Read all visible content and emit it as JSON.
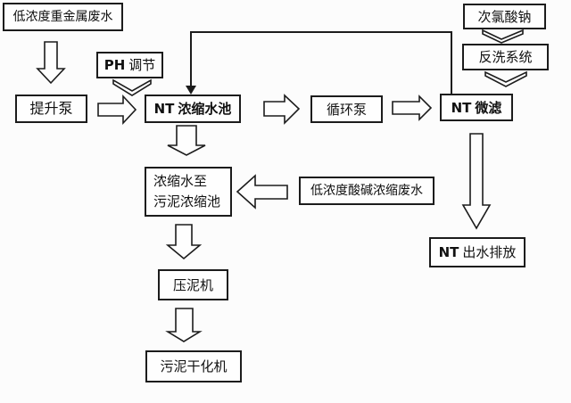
{
  "diagram": {
    "colors": {
      "background": "#fcfcfc",
      "line": "#1c1c1c",
      "box_fill": "#fefefe",
      "text": "#111111"
    },
    "nodes": {
      "heavy_metal": {
        "label": "低浓度重金属废水"
      },
      "lift_pump": {
        "label": "提升泵"
      },
      "ph_adjust": {
        "prefix": "PH",
        "label": "调节"
      },
      "nt_tank": {
        "prefix": "NT",
        "label": "浓缩水池"
      },
      "circ_pump": {
        "label": "循环泵"
      },
      "nt_microfilter": {
        "prefix": "NT",
        "label": "微滤"
      },
      "naclo": {
        "label": "次氯酸钠"
      },
      "backwash": {
        "label": "反洗系统"
      },
      "concentrate": {
        "line1": "浓缩水至",
        "line2": "污泥浓缩池"
      },
      "acid_waste": {
        "label": "低浓度酸碱浓缩废水"
      },
      "press": {
        "label": "压泥机"
      },
      "dryer": {
        "label": "污泥干化机"
      },
      "nt_outlet": {
        "prefix": "NT",
        "label": "出水排放"
      }
    },
    "edges": [
      {
        "from": "低浓度重金属废水",
        "to": "提升泵",
        "style": "block-arrow"
      },
      {
        "from": "提升泵",
        "to": "NT 浓缩水池",
        "style": "block-arrow"
      },
      {
        "from": "PH 调节",
        "to": "NT 浓缩水池",
        "style": "chevron"
      },
      {
        "from": "NT 浓缩水池",
        "to": "循环泵",
        "style": "block-arrow"
      },
      {
        "from": "循环泵",
        "to": "NT 微滤",
        "style": "block-arrow"
      },
      {
        "from": "次氯酸钠",
        "to": "反洗系统",
        "style": "chevron"
      },
      {
        "from": "反洗系统",
        "to": "NT 微滤",
        "style": "chevron"
      },
      {
        "from": "NT 微滤",
        "to": "NT 浓缩水池",
        "style": "thin-line-arrow"
      },
      {
        "from": "NT 浓缩水池",
        "to": "浓缩水至污泥浓缩池",
        "style": "block-arrow"
      },
      {
        "from": "低浓度酸碱浓缩废水",
        "to": "浓缩水至污泥浓缩池",
        "style": "block-arrow"
      },
      {
        "from": "浓缩水至污泥浓缩池",
        "to": "压泥机",
        "style": "block-arrow"
      },
      {
        "from": "压泥机",
        "to": "污泥干化机",
        "style": "block-arrow"
      },
      {
        "from": "NT 微滤",
        "to": "NT 出水排放",
        "style": "block-arrow"
      }
    ]
  }
}
